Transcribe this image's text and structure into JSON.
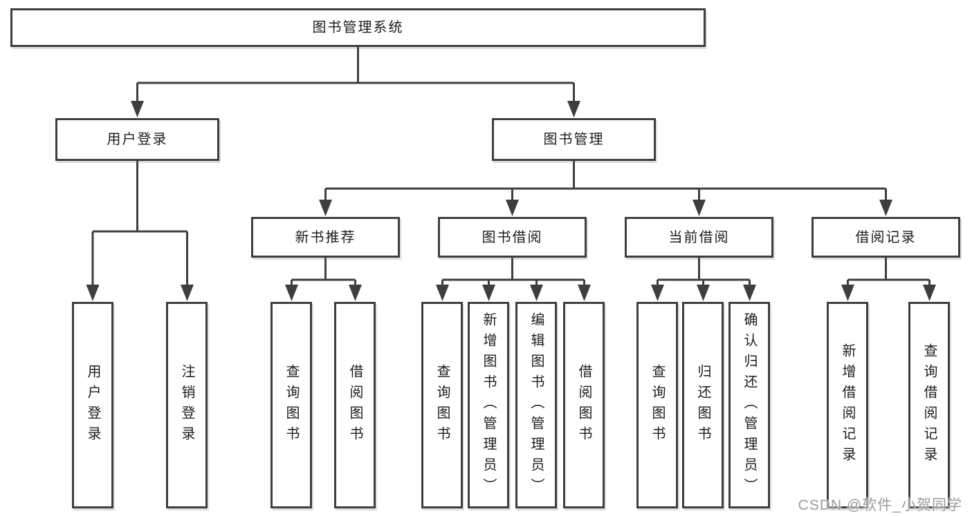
{
  "tree": {
    "label": "图书管理系统",
    "children": [
      {
        "label": "用户登录",
        "children": [
          {
            "label": "用户登录"
          },
          {
            "label": "注销登录"
          }
        ]
      },
      {
        "label": "图书管理",
        "children": [
          {
            "label": "新书推荐",
            "children": [
              {
                "label": "查询图书"
              },
              {
                "label": "借阅图书"
              }
            ]
          },
          {
            "label": "图书借阅",
            "children": [
              {
                "label": "查询图书"
              },
              {
                "label": "新增图书（管理员）"
              },
              {
                "label": "编辑图书（管理员）"
              },
              {
                "label": "借阅图书"
              }
            ]
          },
          {
            "label": "当前借阅",
            "children": [
              {
                "label": "查询图书"
              },
              {
                "label": "归还图书"
              },
              {
                "label": "确认归还（管理员）"
              }
            ]
          },
          {
            "label": "借阅记录",
            "children": [
              {
                "label": "新增借阅记录"
              },
              {
                "label": "查询借阅记录"
              }
            ]
          }
        ]
      }
    ]
  },
  "watermark": {
    "text": "CSDN @软件_小贺同学"
  },
  "colors": {
    "line": "#3e3e3e",
    "text": "#1c1c1c",
    "background": "#ffffff",
    "watermark": "#9b9b9b"
  }
}
